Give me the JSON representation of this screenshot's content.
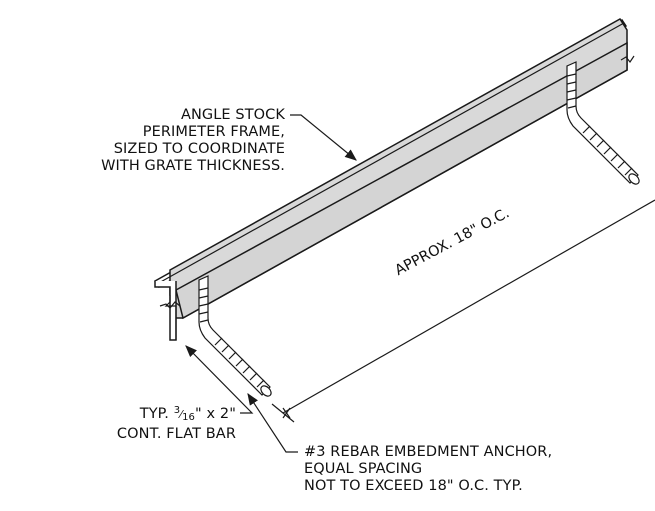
{
  "labels": {
    "angle_stock": [
      "ANGLE STOCK",
      "PERIMETER FRAME,",
      "SIZED TO COORDINATE",
      "WITH GRATE THICKNESS."
    ],
    "flat_bar": {
      "prefix": "TYP. ",
      "frac_num": "3",
      "frac_den": "16",
      "suffix": "\" x 2\"",
      "line2": "CONT. FLAT BAR"
    },
    "rebar": [
      "#3 REBAR EMBEDMENT ANCHOR,",
      "EQUAL SPACING",
      "NOT TO EXCEED 18\" O.C. TYP."
    ],
    "dimension": "APPROX. 18\" O.C."
  },
  "colors": {
    "line": "#1a1a1a",
    "panel_fill": "#d9d9d9",
    "background": "#ffffff"
  }
}
